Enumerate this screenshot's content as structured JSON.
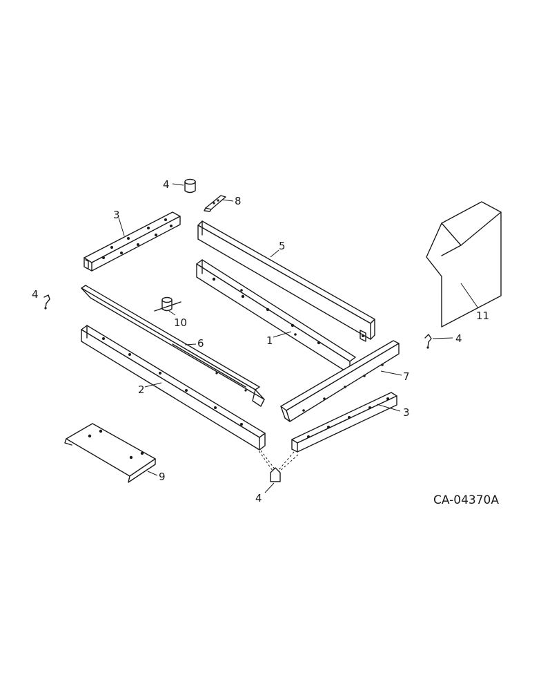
{
  "callouts": {
    "c1": "1",
    "c2": "2",
    "c3_top": "3",
    "c3_bottom": "3",
    "c4_top": "4",
    "c4_left": "4",
    "c4_right": "4",
    "c4_bottom": "4",
    "c5": "5",
    "c6": "6",
    "c7": "7",
    "c8": "8",
    "c9": "9",
    "c10": "10",
    "c11": "11"
  },
  "drawing_code": "CA-04370A"
}
